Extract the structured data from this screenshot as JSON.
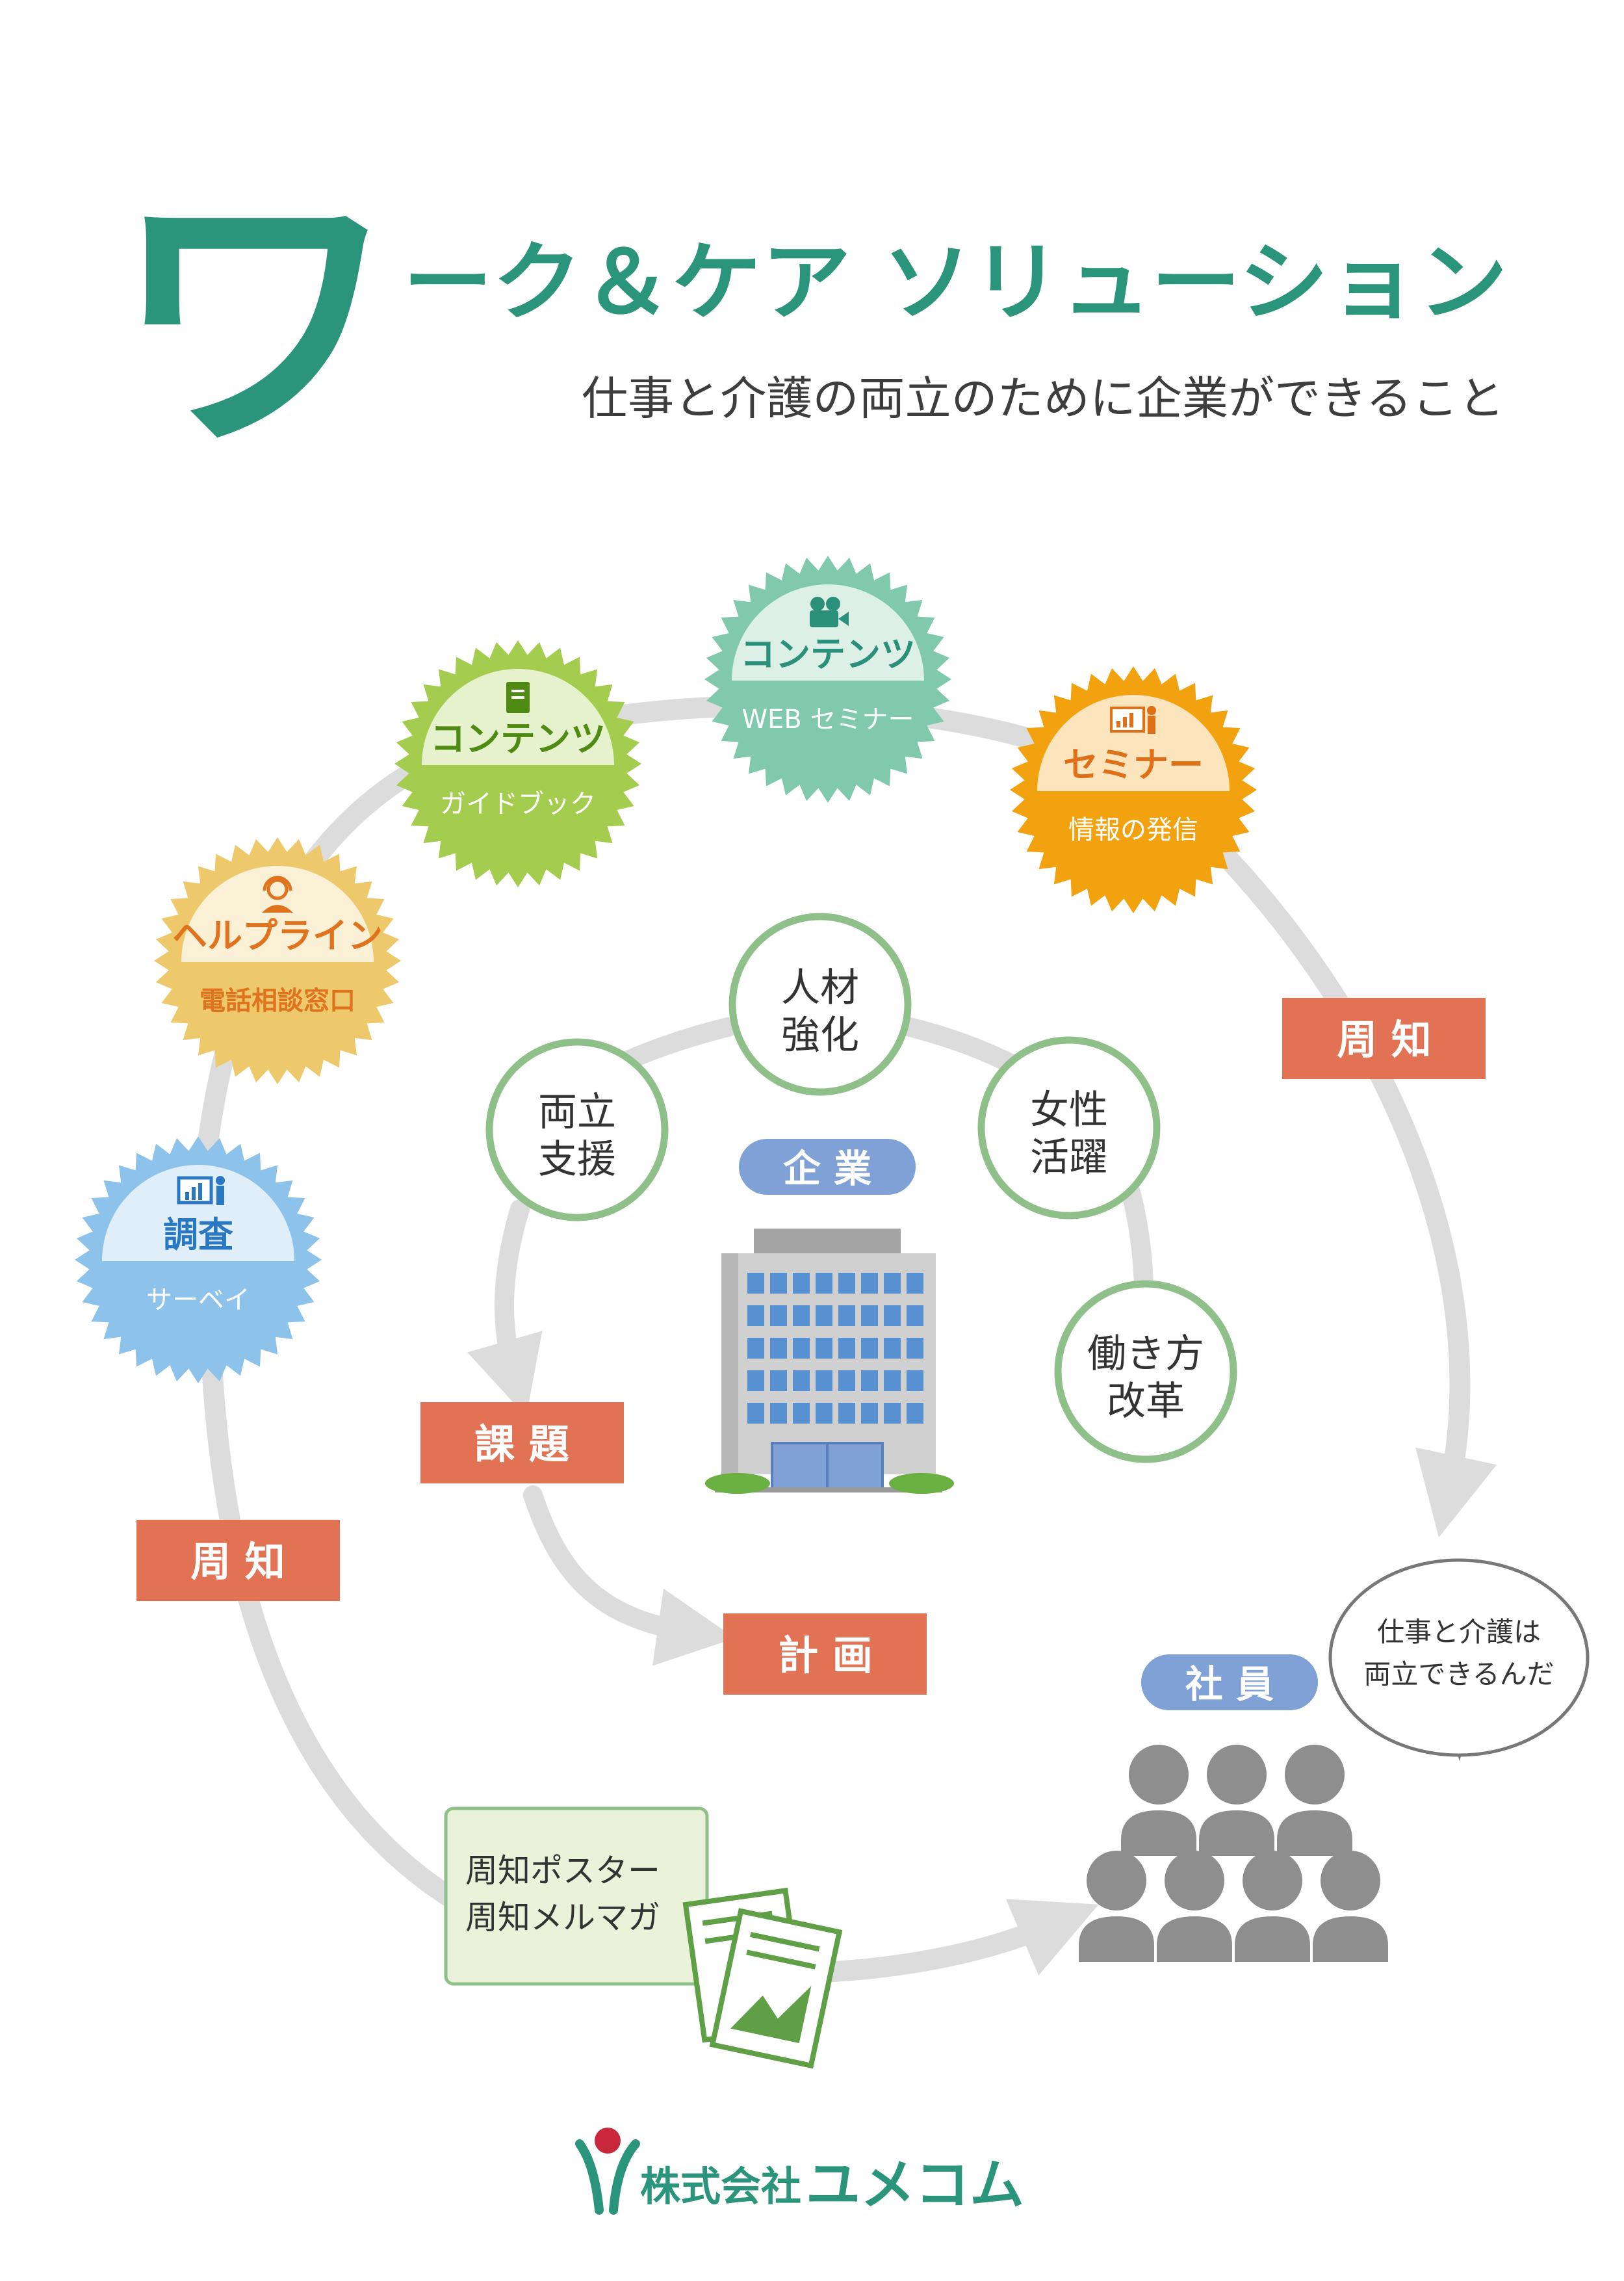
{
  "header": {
    "title_big": "ワ",
    "title_rest": "ーク＆ケア ソリューション",
    "subtitle": "仕事と介護の両立のために企業ができること"
  },
  "badges": [
    {
      "title": "調査",
      "subtitle": "サーベイ",
      "icon": "survey-chart-icon",
      "color": "#8dc3ea",
      "title_color": "#2a78c2"
    },
    {
      "title": "ヘルプライン",
      "subtitle": "電話相談窓口",
      "icon": "headset-operator-icon",
      "color": "#edc96c",
      "title_color": "#e0731e"
    },
    {
      "title": "コンテンツ",
      "subtitle": "ガイドブック",
      "icon": "book-icon",
      "color": "#a4cc4e",
      "title_color": "#4f8a12"
    },
    {
      "title": "コンテンツ",
      "subtitle": "WEB セミナー",
      "icon": "video-camera-icon",
      "color": "#80c9ad",
      "title_color": "#2a9079"
    },
    {
      "title": "セミナー",
      "subtitle": "情報の発信",
      "icon": "presentation-icon",
      "color": "#f2a20f",
      "title_color": "#e07018"
    }
  ],
  "company": {
    "label": "企 業",
    "values": [
      {
        "line1": "人材",
        "line2": "強化"
      },
      {
        "line1": "女性",
        "line2": "活躍"
      },
      {
        "line1": "働き方",
        "line2": "改革"
      },
      {
        "line1": "両立",
        "line2": "支援"
      }
    ]
  },
  "flow_labels": {
    "issue": "課 題",
    "plan": "計 画",
    "notice_right": "周 知",
    "notice_left": "周 知"
  },
  "employees": {
    "label": "社 員",
    "speech_line1": "仕事と介護は",
    "speech_line2": "両立できるんだ"
  },
  "notice_box": {
    "line1": "周知ポスター",
    "line2": "周知メルマガ"
  },
  "footer": {
    "company_prefix": "株式会社",
    "company_name": "ユメコム"
  },
  "colors": {
    "brand_green": "#2a957a",
    "arrow_gray": "#dcdcdc",
    "label_orange": "#e27254",
    "pill_blue": "#7fa1d6",
    "circle_green": "#8fc08a",
    "building_gray": "#a4a4a4",
    "window_blue": "#5891d2",
    "person_gray": "#8e8e8e",
    "logo_red": "#c9273b"
  }
}
